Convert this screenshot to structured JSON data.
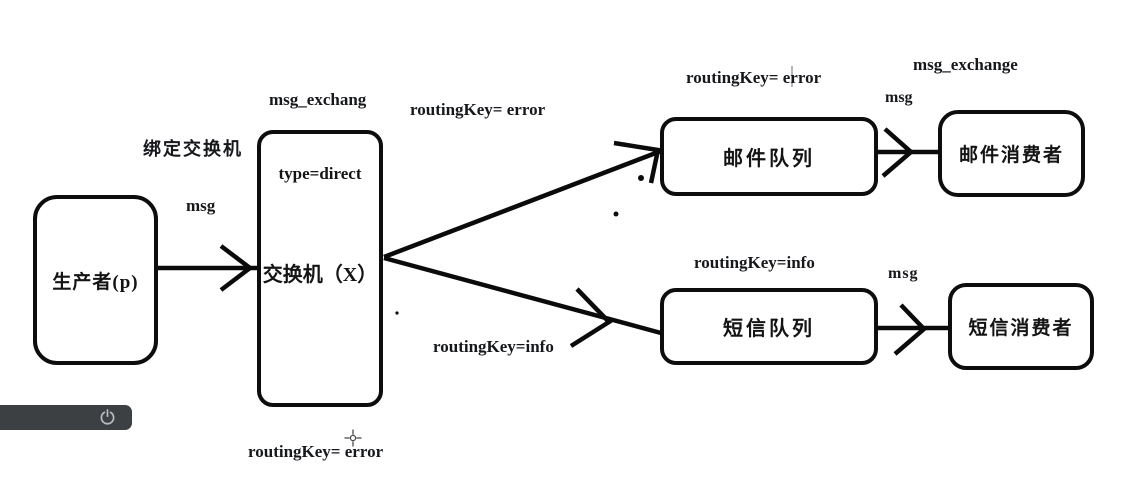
{
  "title": "direct-exchange-routing-diagram",
  "nodes": {
    "producer": {
      "label": "生产者(p)"
    },
    "exchange": {
      "type_text": "type=direct",
      "label": "交换机（X）"
    },
    "email_queue": {
      "label": "邮件队列"
    },
    "email_consumer": {
      "label": "邮件消费者"
    },
    "sms_queue": {
      "label": "短信队列"
    },
    "sms_consumer": {
      "label": "短信消费者"
    }
  },
  "labels": {
    "bind_exchange": "绑定交换机",
    "exchange_name_short": "msg_exchang",
    "msg_producer": "msg",
    "routing_error_mid": "routingKey= error",
    "routing_error_top": "routingKey= error",
    "exchange_name_full": "msg_exchange",
    "msg_email": "msg",
    "routing_info_queue": "routingKey=info",
    "msg_sms": "msg",
    "routing_info_lower": "routingKey=info",
    "routing_error_bottom": "routingKey= error"
  },
  "icons": {
    "power": "power-icon",
    "crosshair": "crosshair-cursor-icon"
  },
  "colors": {
    "line": "#0b0b0b",
    "box_border": "#0d0d0d",
    "background": "#ffffff",
    "taskbar_bg": "#3c4043",
    "power_icon": "#b9bdc1",
    "caret": "#9aa0a6"
  }
}
